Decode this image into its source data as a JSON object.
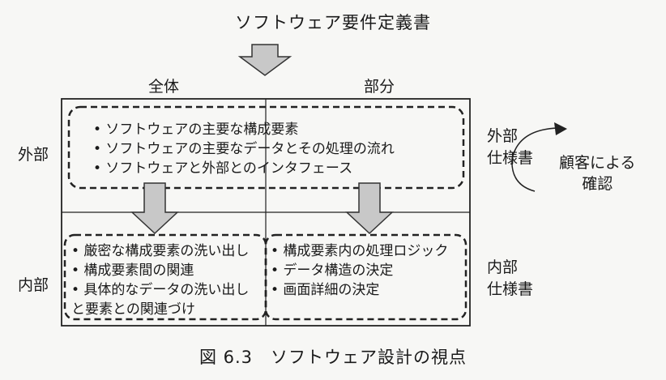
{
  "top_document": "ソフトウェア要件定義書",
  "columns": {
    "whole": "全体",
    "part": "部分"
  },
  "rows": {
    "external": "外部",
    "internal": "内部"
  },
  "external_group": {
    "items": [
      "• ソフトウェアの主要な構成要素",
      "• ソフトウェアの主要なデータとその処理の流れ",
      "• ソフトウェアと外部とのインタフェース"
    ]
  },
  "internal_whole": {
    "items": [
      "• 厳密な構成要素の洗い出し",
      "• 構成要素間の関連",
      "• 具体的なデータの洗い出し",
      "と要素との関連づけ"
    ]
  },
  "internal_part": {
    "items": [
      "• 構成要素内の処理ロジック",
      "• データ構造の決定",
      "• 画面詳細の決定"
    ]
  },
  "external_spec": {
    "line1": "外部",
    "line2": "仕様書"
  },
  "internal_spec": {
    "line1": "内部",
    "line2": "仕様書"
  },
  "customer_confirm": {
    "line1": "顧客による",
    "line2": "確認"
  },
  "caption": "図 6.3　ソフトウェア設計の視点"
}
